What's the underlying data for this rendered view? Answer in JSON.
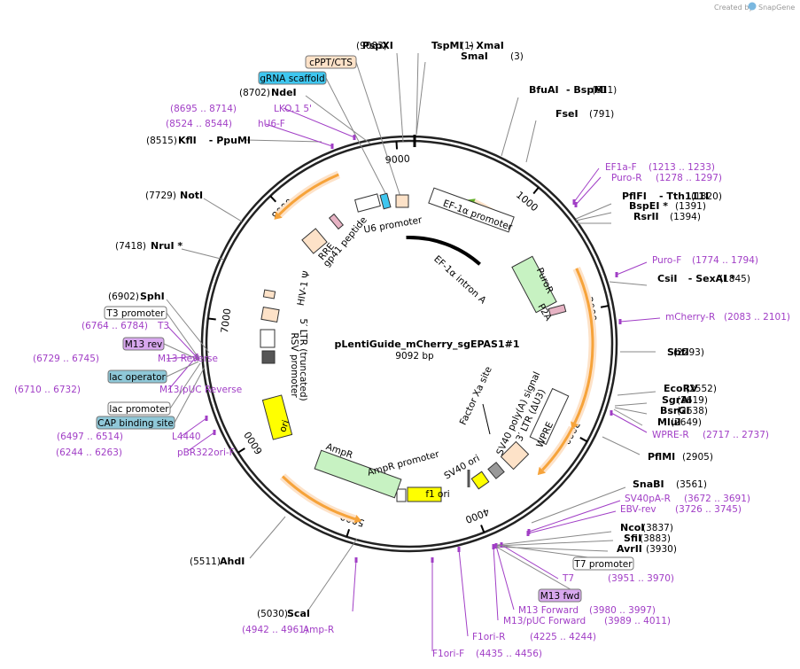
{
  "brand": {
    "created_by": "Created by",
    "app": "SnapGene"
  },
  "map": {
    "name": "pLentiGuide_mCherry_sgEPAS1#1",
    "length": "9092 bp"
  },
  "ticks": [
    "1000",
    "2000",
    "3000",
    "4000",
    "5000",
    "6000",
    "7000",
    "8000",
    "9000"
  ],
  "sites": [
    {
      "id": "pspxi",
      "name": "PspXI",
      "pos": "(9083)"
    },
    {
      "id": "tspmi",
      "name": "TspMI",
      "name2": "- XmaI",
      "pos": "(1)"
    },
    {
      "id": "smai",
      "name": "SmaI",
      "pos": "(3)"
    },
    {
      "id": "bfuai",
      "name": "BfuAI",
      "name2": "- BspMI",
      "pos": "(611)"
    },
    {
      "id": "fsei",
      "name": "FseI",
      "pos": "(791)"
    },
    {
      "id": "pflfi",
      "name": "PflFI",
      "name2": "- Tth111I",
      "pos": "(1320)"
    },
    {
      "id": "bspei",
      "name": "BspEI *",
      "pos": "(1391)"
    },
    {
      "id": "rsrii",
      "name": "RsrII",
      "pos": "(1394)"
    },
    {
      "id": "csii",
      "name": "CsiI",
      "name2": "- SexAI *",
      "pos": "(1845)"
    },
    {
      "id": "sbfi",
      "name": "SbfI",
      "pos": "(2293)"
    },
    {
      "id": "ecorv",
      "name": "EcoRV",
      "pos": "(2552)"
    },
    {
      "id": "sgrai",
      "name": "SgrAI",
      "pos": "(2619)"
    },
    {
      "id": "bsrgi",
      "name": "BsrGI",
      "pos": "(2638)"
    },
    {
      "id": "mlui",
      "name": "MluI",
      "pos": "(2649)"
    },
    {
      "id": "pflmi",
      "name": "PflMI",
      "pos": "(2905)"
    },
    {
      "id": "snabi",
      "name": "SnaBI",
      "pos": "(3561)"
    },
    {
      "id": "ncoi",
      "name": "NcoI",
      "pos": "(3837)"
    },
    {
      "id": "sfii",
      "name": "SfiI",
      "pos": "(3883)"
    },
    {
      "id": "avrii",
      "name": "AvrII",
      "pos": "(3930)"
    },
    {
      "id": "scai",
      "name": "ScaI",
      "pos": "(5030)"
    },
    {
      "id": "ahdi",
      "name": "AhdI",
      "pos": "(5511)"
    },
    {
      "id": "sphi",
      "name": "SphI",
      "pos": "(6902)"
    },
    {
      "id": "nrui",
      "name": "NruI *",
      "pos": "(7418)"
    },
    {
      "id": "noti",
      "name": "NotI",
      "pos": "(7729)"
    },
    {
      "id": "kfli",
      "name": "KflI",
      "name2": "- PpuMI",
      "pos": "(8515)"
    },
    {
      "id": "ndei",
      "name": "NdeI",
      "pos": "(8702)"
    }
  ],
  "primers": [
    {
      "id": "lko",
      "name": "LKO.1 5'",
      "pos": "(8695 .. 8714)"
    },
    {
      "id": "hu6",
      "name": "hU6-F",
      "pos": "(8524 .. 8544)"
    },
    {
      "id": "ef1af",
      "name": "EF1a-F",
      "pos": "(1213 .. 1233)"
    },
    {
      "id": "puror",
      "name": "Puro-R",
      "pos": "(1278 .. 1297)"
    },
    {
      "id": "purof",
      "name": "Puro-F",
      "pos": "(1774 .. 1794)"
    },
    {
      "id": "mcherryr",
      "name": "mCherry-R",
      "pos": "(2083 .. 2101)"
    },
    {
      "id": "wprer",
      "name": "WPRE-R",
      "pos": "(2717 .. 2737)"
    },
    {
      "id": "sv40par",
      "name": "SV40pA-R",
      "pos": "(3672 .. 3691)"
    },
    {
      "id": "ebvrev",
      "name": "EBV-rev",
      "pos": "(3726 .. 3745)"
    },
    {
      "id": "t7",
      "name": "T7",
      "pos": "(3951 .. 3970)"
    },
    {
      "id": "m13fwd",
      "name": "M13 Forward",
      "pos": "(3980 .. 3997)"
    },
    {
      "id": "m13pucf",
      "name": "M13/pUC Forward",
      "pos": "(3989 .. 4011)"
    },
    {
      "id": "f1orir",
      "name": "F1ori-R",
      "pos": "(4225 .. 4244)"
    },
    {
      "id": "f1orif",
      "name": "F1ori-F",
      "pos": "(4435 .. 4456)"
    },
    {
      "id": "ampr",
      "name": "Amp-R",
      "pos": "(4942 .. 4961)"
    },
    {
      "id": "pbr",
      "name": "pBR322ori-F",
      "pos": "(6244 .. 6263)"
    },
    {
      "id": "l4440",
      "name": "L4440",
      "pos": "(6497 .. 6514)"
    },
    {
      "id": "m13pucr",
      "name": "M13/pUC Reverse",
      "pos": "(6710 .. 6732)"
    },
    {
      "id": "m13rev2",
      "name": "M13 Reverse",
      "pos": "(6729 .. 6745)"
    },
    {
      "id": "t3p",
      "name": "T3",
      "pos": "(6764 .. 6784)"
    }
  ],
  "boxed": [
    {
      "id": "cppt",
      "name": "cPPT/CTS",
      "color": "#fde2c8"
    },
    {
      "id": "grna",
      "name": "gRNA scaffold",
      "color": "#3ec6ef"
    },
    {
      "id": "t3prom",
      "name": "T3 promoter",
      "color": "#ffffff"
    },
    {
      "id": "m13rev",
      "name": "M13 rev",
      "color": "#d8a8ee"
    },
    {
      "id": "lacop",
      "name": "lac operator",
      "color": "#8fc8d8"
    },
    {
      "id": "lacprom",
      "name": "lac promoter",
      "color": "#ffffff"
    },
    {
      "id": "cap",
      "name": "CAP binding site",
      "color": "#8fc8d8"
    },
    {
      "id": "t7prom",
      "name": "T7 promoter",
      "color": "#ffffff"
    },
    {
      "id": "m13fwdbox",
      "name": "M13 fwd",
      "color": "#d8a8ee"
    }
  ],
  "features": {
    "u6": "U6 promoter",
    "ef1a": "EF-1α promoter",
    "ef1aintron": "EF-1α intron A",
    "puror": "PuroR",
    "p2a": "P2A",
    "rre": "RRE",
    "gp41": "gp41 peptide",
    "hiv": "HIV-1 Ψ",
    "rsv": "RSV promoter",
    "ltr5": "5′ LTR (truncated)",
    "wpre": "WPRE",
    "ltr3": "3′ LTR (ΔU3)",
    "sv40pa": "SV40 poly(A) signal",
    "fxa": "Factor Xa site",
    "sv40ori": "SV40 ori",
    "f1ori": "f1 ori",
    "ampprom": "AmpR promoter",
    "ampr": "AmpR",
    "ori": "ori"
  },
  "colors": {
    "primer": "#a13ec6",
    "orange": "#f6a33a",
    "green": "#5fae25",
    "cyan": "#3ec6ef",
    "yellow": "#ffff00",
    "puro": "#c7f2c2"
  }
}
